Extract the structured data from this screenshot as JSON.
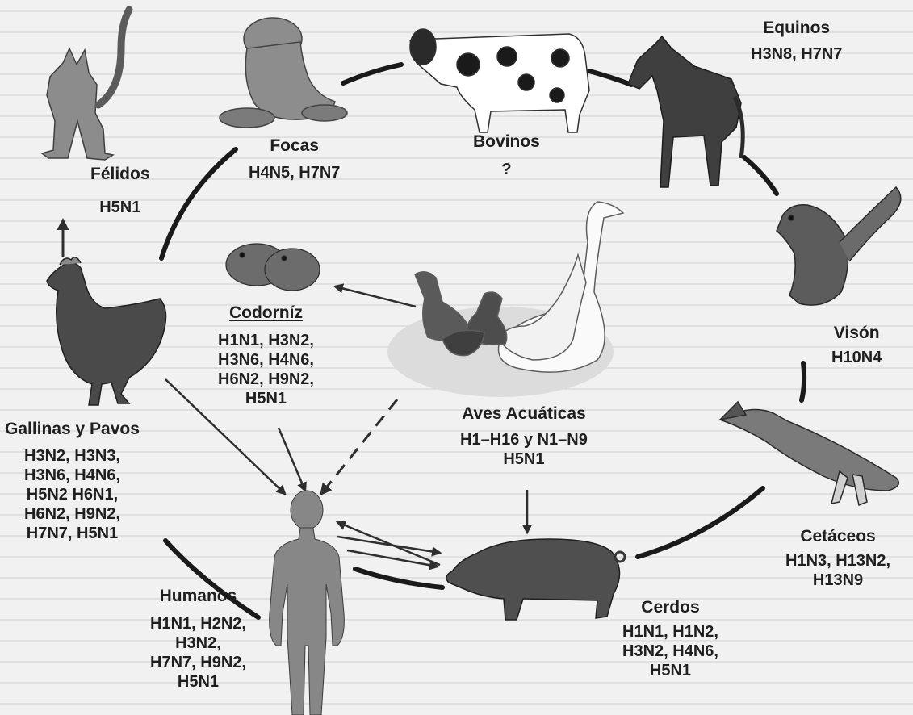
{
  "diagram": {
    "nodes": [
      {
        "id": "felidos",
        "name": "Félidos",
        "subtypes": [
          "H5N1"
        ]
      },
      {
        "id": "focas",
        "name": "Focas",
        "subtypes": [
          "H4N5, H7N7"
        ]
      },
      {
        "id": "bovinos",
        "name": "Bovinos",
        "subtypes": [
          "?"
        ]
      },
      {
        "id": "equinos",
        "name": "Equinos",
        "subtypes": [
          "H3N8, H7N7"
        ]
      },
      {
        "id": "vison",
        "name": "Visón",
        "subtypes": [
          "H10N4"
        ]
      },
      {
        "id": "cetaceos",
        "name": "Cetáceos",
        "subtypes": [
          "H1N3, H13N2,",
          "H13N9"
        ]
      },
      {
        "id": "cerdos",
        "name": "Cerdos",
        "subtypes": [
          "H1N1, H1N2,",
          "H3N2, H4N6,",
          "H5N1"
        ]
      },
      {
        "id": "humanos",
        "name": "Humanos",
        "subtypes": [
          "H1N1, H2N2,",
          "H3N2,",
          "H7N7, H9N2,",
          "H5N1"
        ]
      },
      {
        "id": "gallinas",
        "name": "Gallinas y Pavos",
        "subtypes": [
          "H3N2, H3N3,",
          "H3N6, H4N6,",
          "H5N2 H6N1,",
          "H6N2, H9N2,",
          "H7N7, H5N1"
        ]
      },
      {
        "id": "codorniz",
        "name": "Codorníz",
        "subtypes": [
          "H1N1, H3N2,",
          "H3N6, H4N6,",
          "H6N2, H9N2,",
          "H5N1"
        ]
      },
      {
        "id": "aves",
        "name": "Aves Acuáticas",
        "subtypes": [
          "H1–H16 y N1–N9",
          "H5N1"
        ]
      }
    ]
  }
}
